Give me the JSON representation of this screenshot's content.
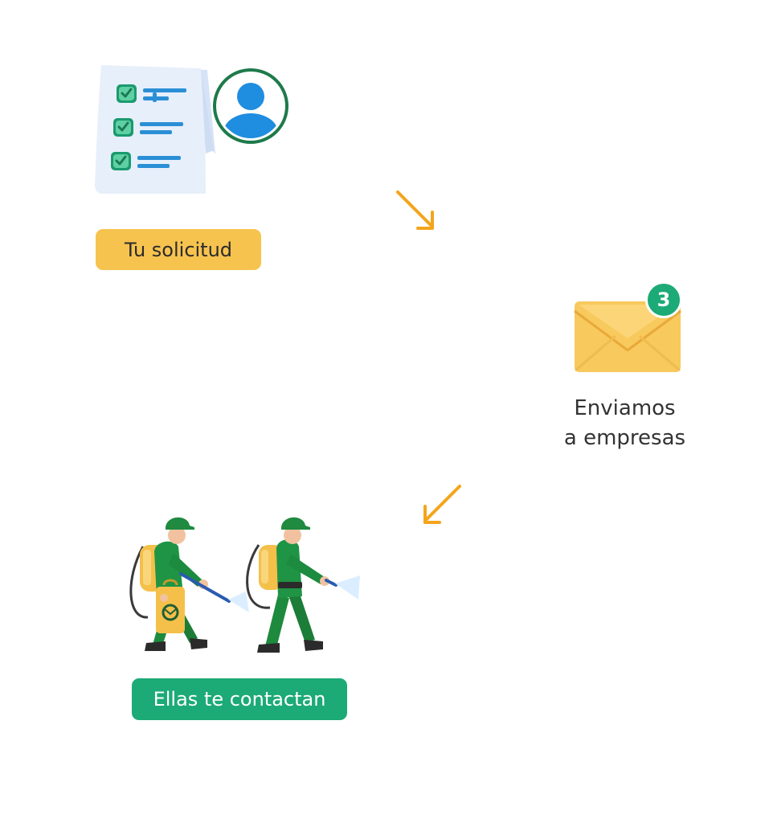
{
  "steps": [
    {
      "label": "Tu solicitud",
      "pill_color": "#f7c34f",
      "icon": "checklist-document-user-icon"
    },
    {
      "label_lines": [
        "Enviamos",
        "a empresas"
      ],
      "icon": "envelope-icon",
      "badge_count": "3",
      "badge_color": "#1caa76",
      "envelope_color": "#f8c95c"
    },
    {
      "label": "Ellas te contactan",
      "pill_color": "#1caa76",
      "icon": "fumigation-workers-icon"
    }
  ],
  "arrow_color": "#f4a51c"
}
